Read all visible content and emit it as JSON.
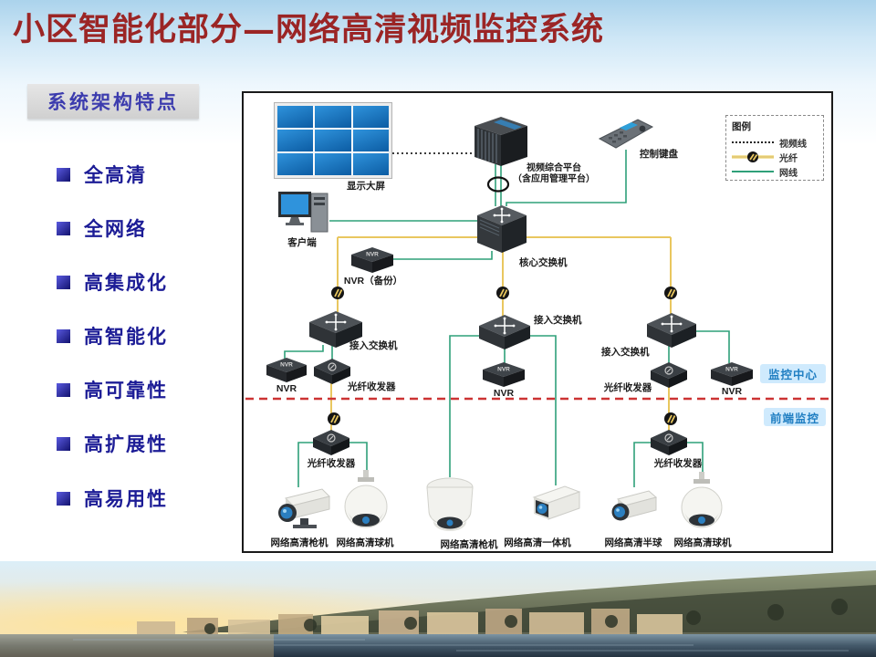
{
  "title": "小区智能化部分—网络高清视频监控系统",
  "sidebar": {
    "header": "系统架构特点",
    "items": [
      {
        "label": "全高清"
      },
      {
        "label": "全网络"
      },
      {
        "label": "高集成化"
      },
      {
        "label": "高智能化"
      },
      {
        "label": "高可靠性"
      },
      {
        "label": "高扩展性"
      },
      {
        "label": "高易用性"
      }
    ]
  },
  "diagram": {
    "legend": {
      "title": "图例",
      "video_line": "视频线",
      "fiber_line": "光纤",
      "network_line": "网线"
    },
    "zones": {
      "center": "监控中心",
      "front": "前端监控"
    },
    "nodes": {
      "display_wall": "显示大屏",
      "client": "客户端",
      "platform_line1": "视频综合平台",
      "platform_line2": "（含应用管理平台）",
      "keyboard": "控制键盘",
      "core_switch": "核心交换机",
      "nvr_backup": "NVR（备份）",
      "access_switch": "接入交换机",
      "nvr": "NVR",
      "fiber_transceiver": "光纤收发器",
      "cameras": [
        "网络高清枪机",
        "网络高清球机",
        "网络高清枪机",
        "网络高清一体机",
        "网络高清半球",
        "网络高清球机"
      ]
    },
    "colors": {
      "fiber": "#e9c75f",
      "network": "#2fa079",
      "video": "#222222",
      "boundary": "#cc3333",
      "zone_text": "#1f7ec2",
      "zone_bg": "#cfeafd"
    }
  }
}
